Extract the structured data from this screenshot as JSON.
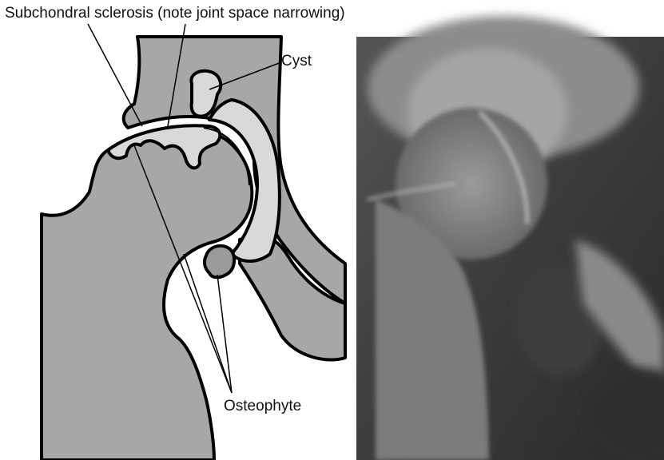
{
  "annotations": {
    "subchondral": "Subchondral sclerosis (note joint space narrowing)",
    "cyst": "Cyst",
    "osteophyte": "Osteophyte"
  },
  "colors": {
    "bone_fill": "#a7a7a7",
    "sclerosis_fill": "#d9d9d9",
    "outline": "#000000",
    "background": "#ffffff"
  }
}
